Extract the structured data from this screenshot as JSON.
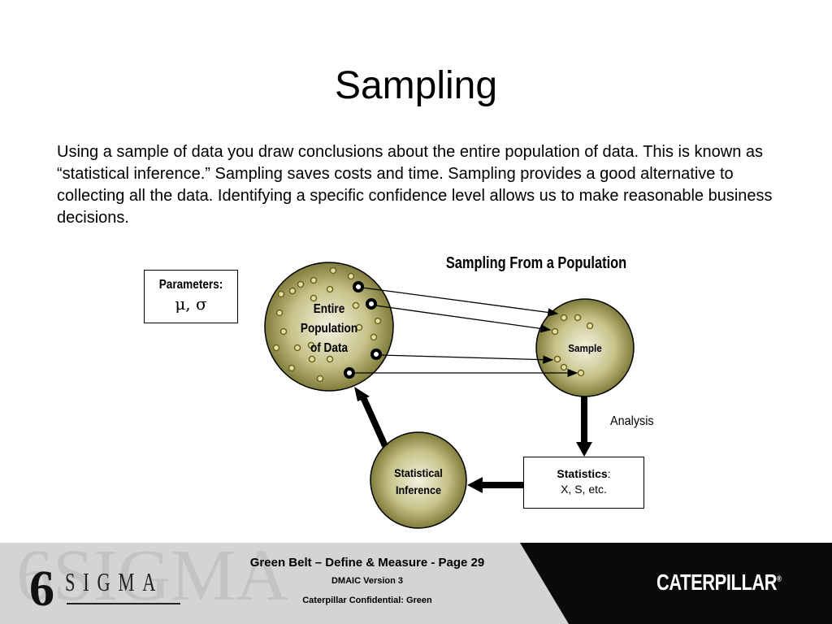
{
  "title": "Sampling",
  "body": "Using a sample of data you draw conclusions about the entire population of data.  This is known as “statistical inference.”  Sampling saves costs and time.  Sampling provides a good alternative to collecting all the data.  Identifying a specific confidence level allows us to make reasonable business decisions.",
  "diagram": {
    "title": "Sampling From a Population",
    "parameters_label": "Parameters:",
    "parameters_symbols": "μ, σ",
    "population_line1": "Entire",
    "population_line2": "Population",
    "population_line3": "of Data",
    "sample_label": "Sample",
    "analysis_label": "Analysis",
    "statistics_label": "Statistics",
    "statistics_colon": ":",
    "statistics_values": "X, S, etc.",
    "inference_line1": "Statistical",
    "inference_line2": "Inference"
  },
  "footer": {
    "line1": "Green Belt – Define & Measure - Page 29",
    "line2": "DMAIC Version 3",
    "line3": "Caterpillar Confidential: Green",
    "six_sigma_digit": "6",
    "six_sigma_word": "SIGMA",
    "company_logo": "CATERPILLAR",
    "registered_mark": "®"
  },
  "colors": {
    "circle_fill_dark": "#6e6a26",
    "circle_fill_light": "#f4f2e2",
    "footer_gray": "#d6d6d6",
    "footer_black": "#0a0a0a"
  }
}
